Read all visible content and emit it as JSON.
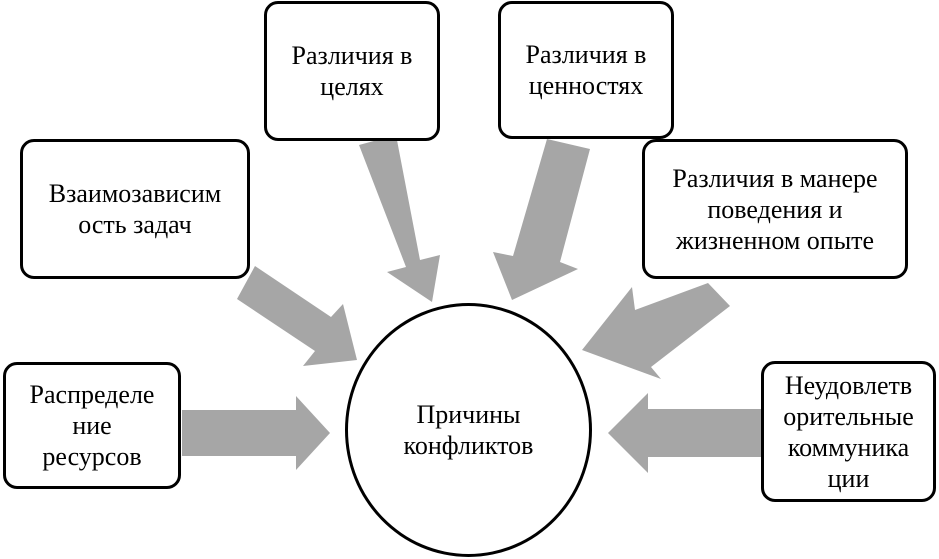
{
  "diagram": {
    "center": {
      "label": "Причины\nконфликтов"
    },
    "causes": [
      {
        "id": "resources",
        "label": "Распределе\nние\nресурсов"
      },
      {
        "id": "interdependence",
        "label": "Взаимозависим\nость задач"
      },
      {
        "id": "goals",
        "label": "Различия в\nцелях"
      },
      {
        "id": "values",
        "label": "Различия в\nценностях"
      },
      {
        "id": "behavior",
        "label": "Различия в манере\nповедения и\nжизненном опыте"
      },
      {
        "id": "communication",
        "label": "Неудовлетв\nорительные\nкоммуника\nции"
      }
    ],
    "colors": {
      "arrow": "#a6a6a6",
      "border": "#000000",
      "background": "#ffffff"
    }
  }
}
